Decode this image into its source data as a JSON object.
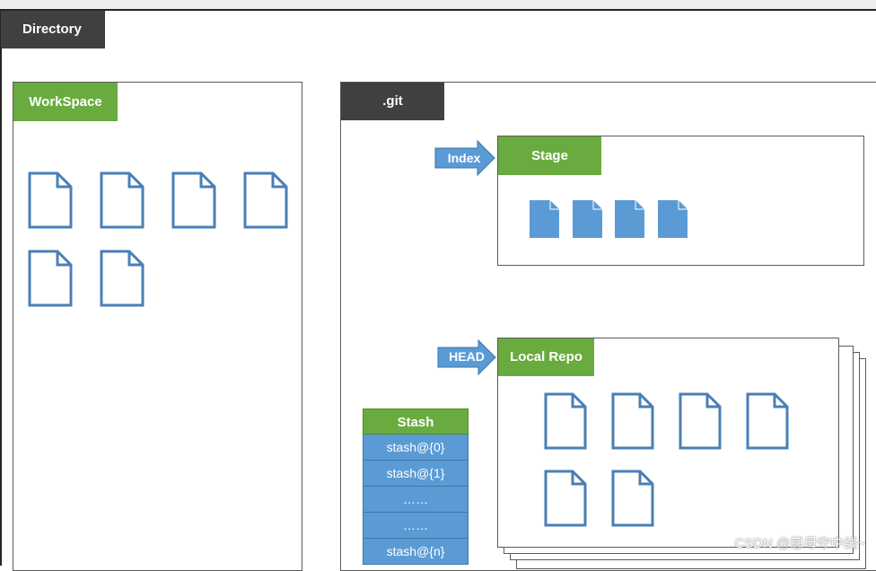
{
  "directory": {
    "label": "Directory"
  },
  "workspace": {
    "label": "WorkSpace",
    "file_count": 6
  },
  "git": {
    "label": ".git"
  },
  "stage": {
    "label": "Stage",
    "pointer": "Index",
    "file_count": 4
  },
  "local_repo": {
    "label": "Local Repo",
    "pointer": "HEAD",
    "file_count": 6
  },
  "stash": {
    "label": "Stash",
    "entries": [
      "stash@{0}",
      "stash@{1}",
      "……",
      "……",
      "stash@{n}"
    ]
  },
  "watermark": "CSDN @慈母守中线~",
  "colors": {
    "green": "#6aab3f",
    "blue": "#5b9bd5",
    "dark": "#404040",
    "icon_stroke": "#4a7fb5"
  }
}
